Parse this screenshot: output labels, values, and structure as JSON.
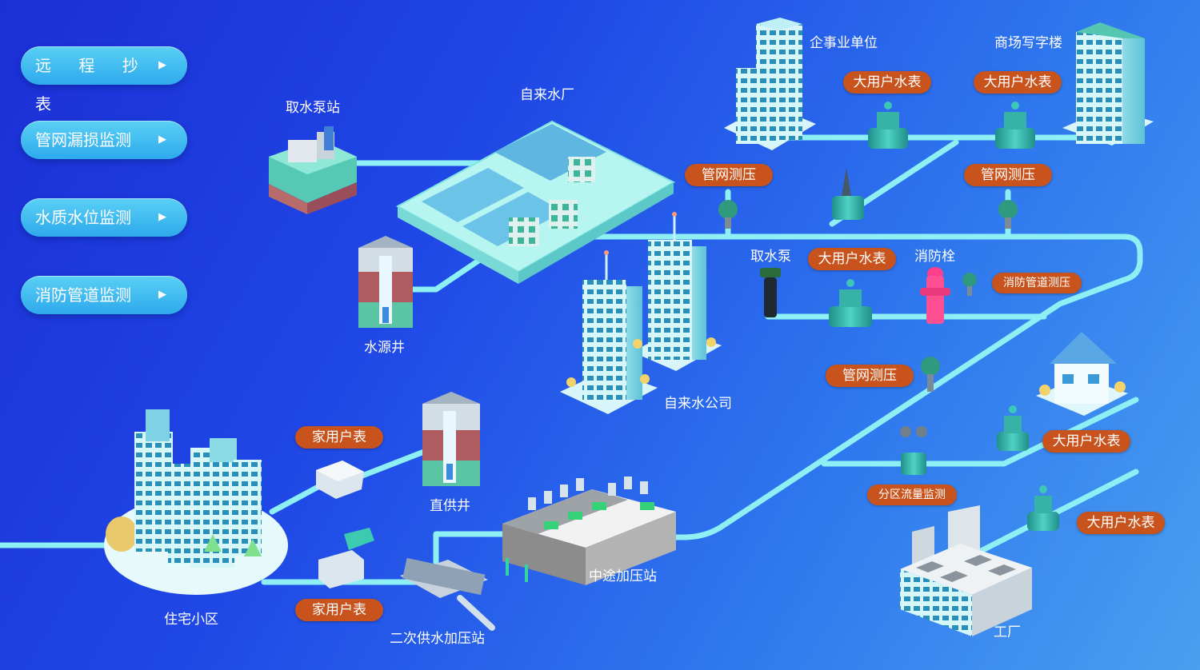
{
  "menu": [
    {
      "label": "远 程 抄 表"
    },
    {
      "label": "管网漏损监测"
    },
    {
      "label": "水质水位监测"
    },
    {
      "label": "消防管道监测"
    }
  ],
  "menu_arrow": "▶",
  "facilities": {
    "intake_pump_station": "取水泵站",
    "water_plant": "自来水厂",
    "source_well": "水源井",
    "enterprise": "企事业单位",
    "mall_office": "商场写字楼",
    "water_company": "自来水公司",
    "residential": "住宅小区",
    "direct_well": "直供井",
    "midway_booster": "中途加压站",
    "secondary_booster": "二次供水加压站",
    "factory": "工厂",
    "intake_pump": "取水泵",
    "hydrant": "消防栓"
  },
  "badges": {
    "big_meter_1": "大用户水表",
    "big_meter_2": "大用户水表",
    "big_meter_3": "大用户水表",
    "big_meter_4": "大用户水表",
    "big_meter_5": "大用户水表",
    "pressure_1": "管网测压",
    "pressure_2": "管网测压",
    "pressure_3": "管网测压",
    "fire_pressure": "消防管道测压",
    "home_meter_1": "家用户表",
    "home_meter_2": "家用户表",
    "zone_flow": "分区流量监测"
  },
  "colors": {
    "background_start": "#1b2fd6",
    "background_end": "#4a9ff0",
    "pipe": "#8ef0f4",
    "badge": "#c8531c",
    "menu_button": "#3bb8ef",
    "building": "#bff3f7",
    "meter": "#2fb5a8"
  }
}
